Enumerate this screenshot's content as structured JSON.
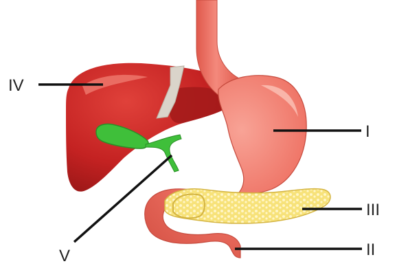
{
  "labels": {
    "stomach": "I",
    "duodenum": "II",
    "pancreas": "III",
    "liver": "IV",
    "gallbladder": "V"
  },
  "colors": {
    "liver": "#c42222",
    "liver_shadow": "#8f1515",
    "liver_highlight": "#e25a50",
    "stomach": "#ee7163",
    "stomach_highlight": "#f7a79c",
    "stomach_outline": "#c54a3d",
    "gallbladder": "#3fbf3a",
    "gallbladder_dark": "#2a8f27",
    "pancreas": "#f7e27a",
    "pancreas_outline": "#d4b441",
    "ligament": "#d9d3c8",
    "leader_line": "#111111"
  }
}
